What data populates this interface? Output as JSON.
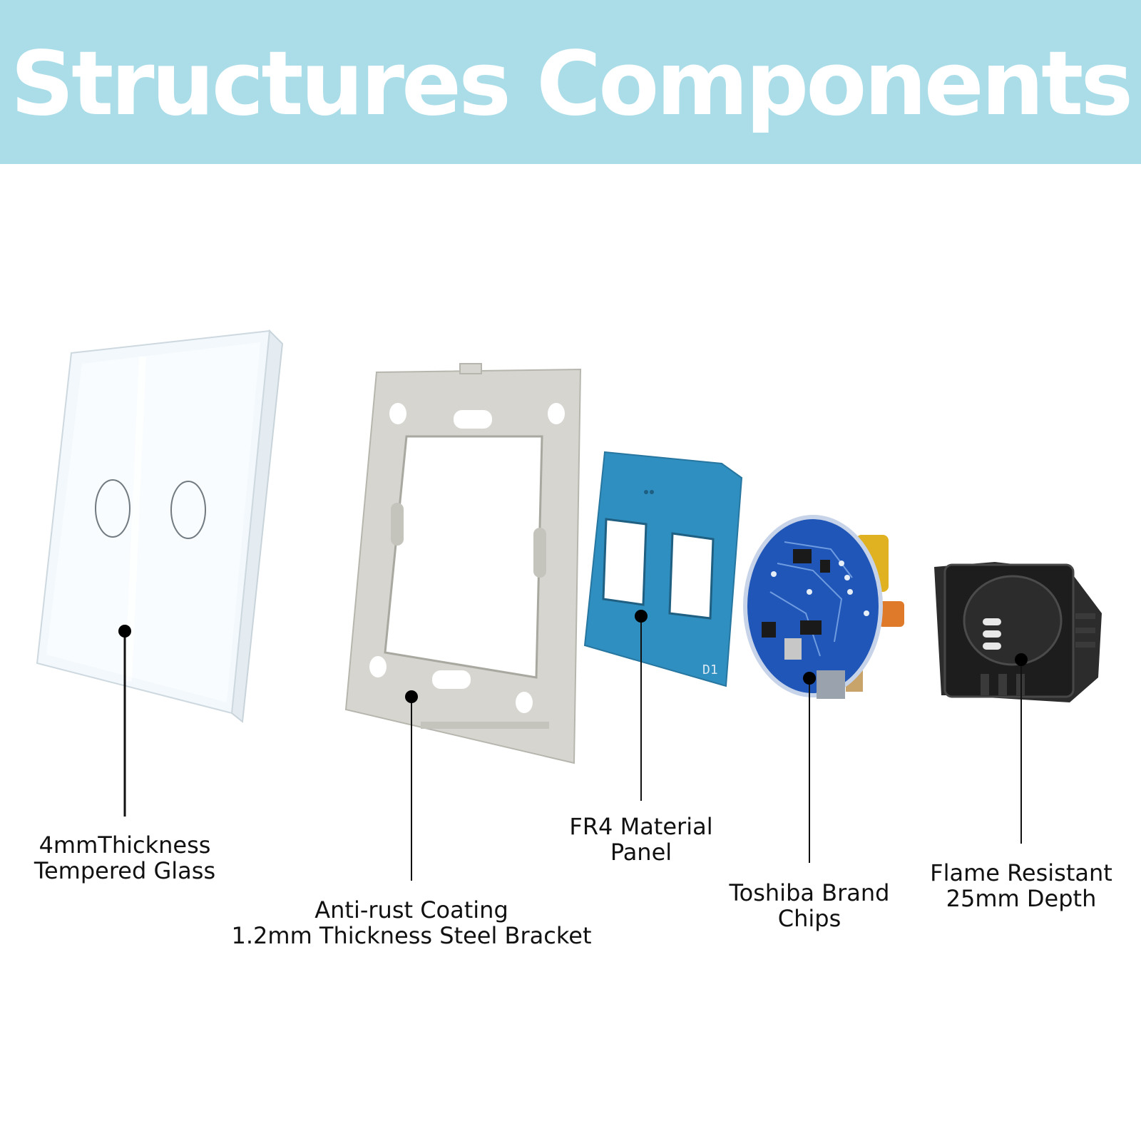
{
  "header": {
    "title": "Structures Components",
    "background": "#abdde9"
  },
  "components": [
    {
      "id": "glass",
      "lines": [
        "4mmThickness",
        "Tempered Glass"
      ]
    },
    {
      "id": "bracket",
      "lines": [
        "Anti-rust Coating",
        "1.2mm Thickness Steel Bracket"
      ]
    },
    {
      "id": "panel",
      "lines": [
        "FR4 Material",
        "Panel"
      ]
    },
    {
      "id": "chips",
      "lines": [
        "Toshiba Brand",
        "Chips"
      ]
    },
    {
      "id": "housing",
      "lines": [
        "Flame Resistant",
        "25mm Depth"
      ]
    }
  ],
  "pcb_marking": "D1"
}
